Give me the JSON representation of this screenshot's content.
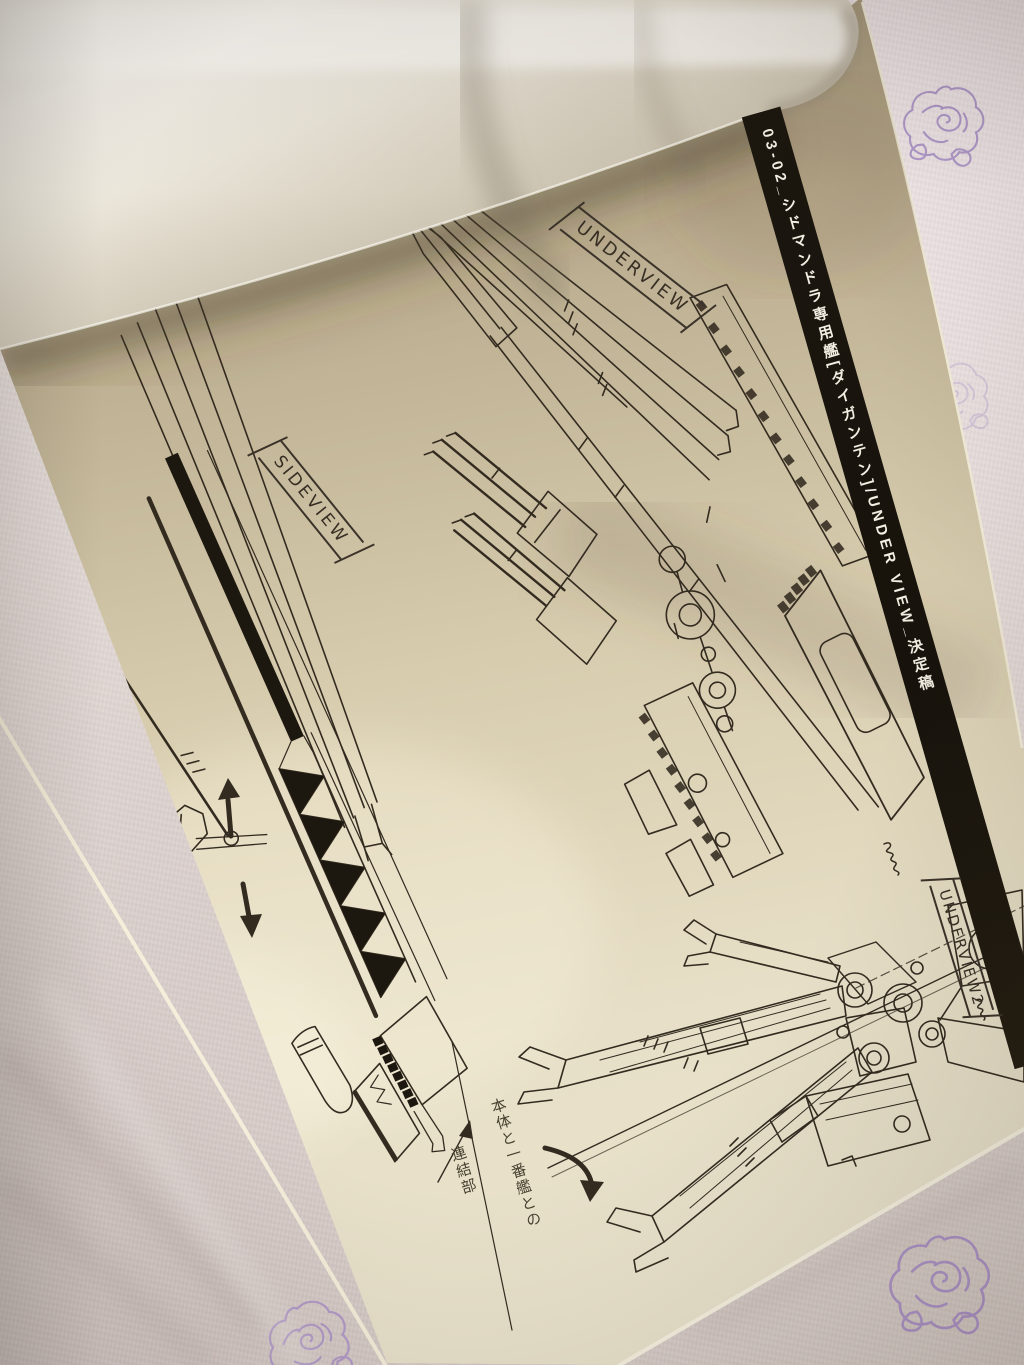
{
  "page": {
    "title_bar": {
      "text": "03-02_シドマンドラ専用艦[ダイガンテン]/UNDER VIEW_決定稿"
    },
    "labels": {
      "underview": "UNDERVIEW",
      "sideview": "SIDEVIEW",
      "underview2": "UNDERVIEW2"
    },
    "annotations": {
      "connector_col1": "本体と一番艦との",
      "connector_col2": "連結部"
    }
  },
  "colors": {
    "ink": "#332b20",
    "page_light": "#eae2cb",
    "page_shadow": "#a2957a",
    "curled_page": "#f6f3ed",
    "title_bar_bg": "#17130c",
    "title_bar_text": "#f2eee2",
    "fabric": "#e9e1dd",
    "rose": "#a98fc9"
  }
}
